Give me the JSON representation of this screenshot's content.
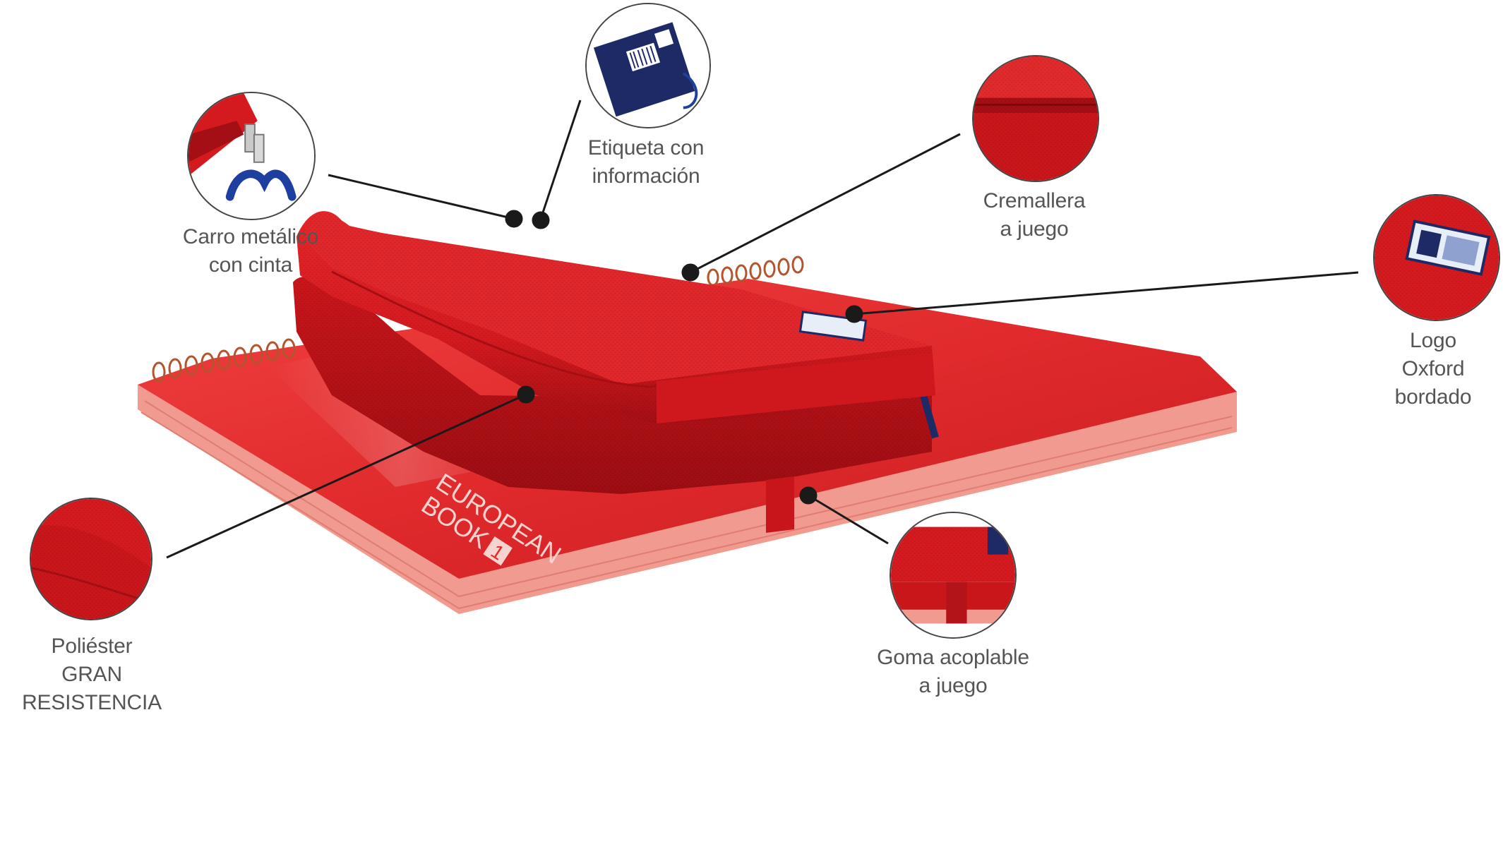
{
  "product": {
    "colors": {
      "case_red": "#d41a1f",
      "case_dark": "#a30f14",
      "case_light": "#ef3a3a",
      "notebook_red": "#e02a2c",
      "page_edges": "#f19a8f",
      "tag_blue": "#1d2a66",
      "cord_blue": "#1d3fa0",
      "line": "#1a1a1a",
      "label_text": "#555555"
    },
    "notebook_cover_text": [
      "EUROPEAN",
      "BOOK",
      "1"
    ]
  },
  "callouts": [
    {
      "id": "carro",
      "lines": [
        "Carro metálico",
        "con cinta"
      ],
      "icon": "zipper-pull-icon"
    },
    {
      "id": "etiqueta",
      "lines": [
        "Etiqueta con",
        "información"
      ],
      "icon": "tag-icon"
    },
    {
      "id": "cremallera",
      "lines": [
        "Cremallera",
        "a juego"
      ],
      "icon": "zipper-icon"
    },
    {
      "id": "logo",
      "lines": [
        "Logo",
        "Oxford",
        "bordado"
      ],
      "icon": "logo-patch-icon"
    },
    {
      "id": "poliester",
      "lines": [
        "Poliéster",
        "GRAN",
        "RESISTENCIA"
      ],
      "icon": "fabric-icon"
    },
    {
      "id": "goma",
      "lines": [
        "Goma acoplable",
        "a juego"
      ],
      "icon": "elastic-band-icon"
    }
  ]
}
